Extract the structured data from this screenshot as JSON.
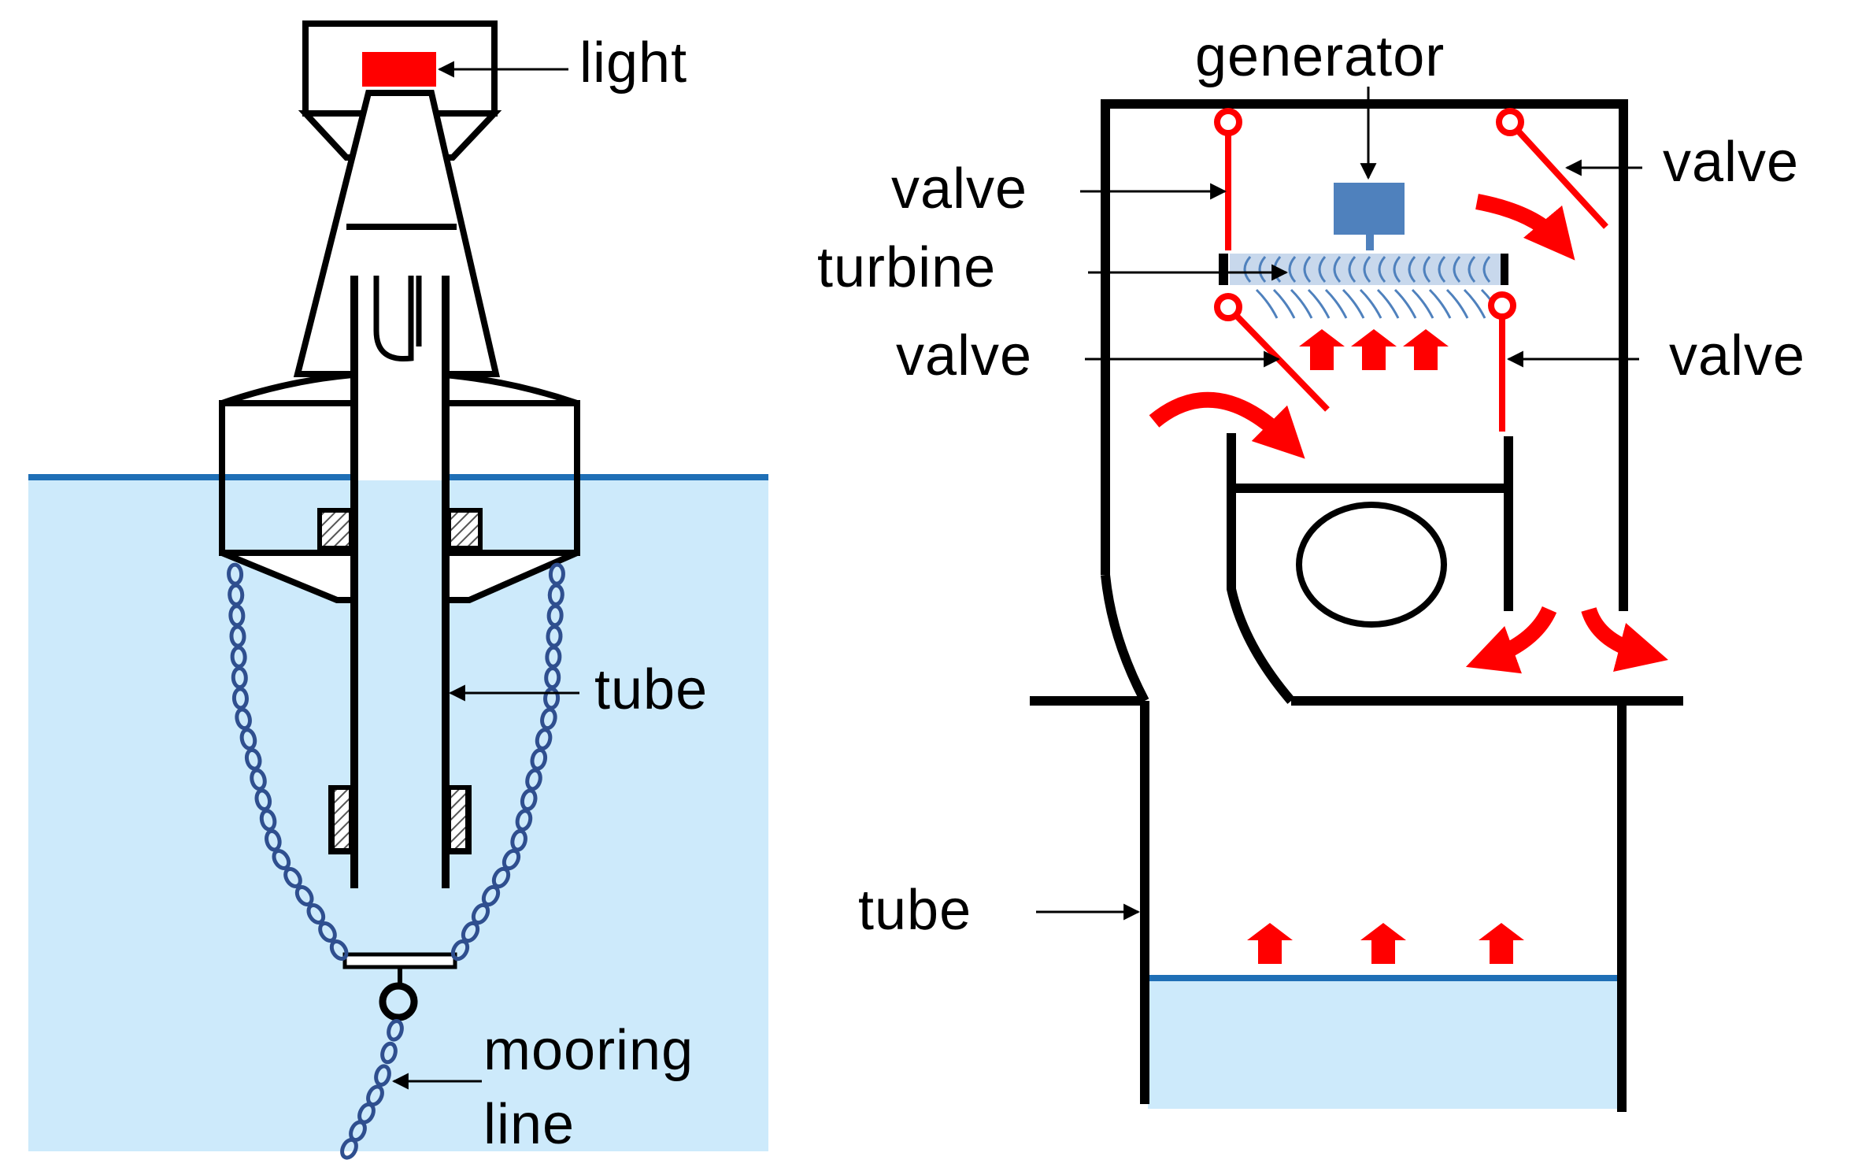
{
  "left_panel": {
    "labels": {
      "light": "light",
      "tube": "tube",
      "mooring_line_1": "mooring",
      "mooring_line_2": "line"
    }
  },
  "right_panel": {
    "labels": {
      "generator": "generator",
      "valve_top_left": "valve",
      "valve_top_right": "valve",
      "turbine": "turbine",
      "valve_bottom_left": "valve",
      "valve_bottom_right": "valve",
      "tube": "tube"
    }
  },
  "colors": {
    "water": "#cdeafb",
    "waterline": "#1f6fb6",
    "structure": "#000000",
    "light": "#ff0000",
    "valves_and_flow_arrows": "#ff0000",
    "generator": "#4f81bd",
    "chain": "#2f4f8f",
    "turbine_blades": "#4f81bd"
  }
}
